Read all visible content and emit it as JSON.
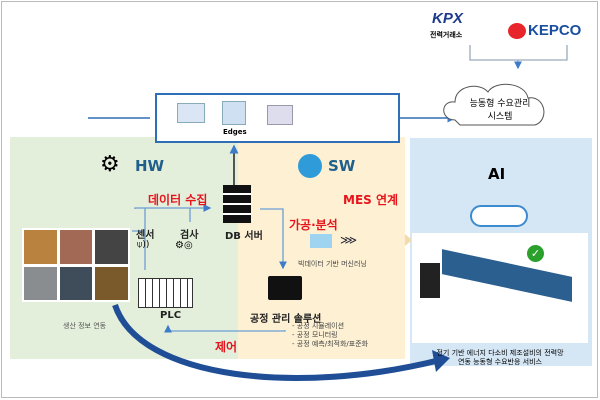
{
  "logos": {
    "kpx": "KPX",
    "kpx_sub": "전력거래소",
    "kepco": "KEPCO"
  },
  "cloud": {
    "line1": "능동형 수요관리",
    "line2": "시스템"
  },
  "edges": {
    "label": "Edges"
  },
  "hw": {
    "title": "HW",
    "data_collect": "데이터 수집",
    "sensor": "센서",
    "inspect": "검사",
    "plc": "PLC",
    "production": "생산 정보 연동",
    "control": "제어"
  },
  "sw": {
    "title": "SW",
    "db": "DB 서버",
    "process": "가공·분석",
    "ml": "빅데이터 기반 머신러닝",
    "mes": "MES 연계",
    "solution": "공정 관리 솔루션",
    "items": [
      "- 공정 시뮬레이션",
      "- 공정 모니터링",
      "- 공정 예측/최적화/표준화"
    ]
  },
  "ai": {
    "title": "AI",
    "caption1": "전기 기반 에너지 다소비 제조설비의 전력망",
    "caption2": "연동 능동형 수요반응 서비스"
  },
  "colors": {
    "hw_bg": "#e3eedb",
    "sw_bg": "#fdf0d3",
    "ai_bg": "#d5e6f4",
    "accent": "#2e6fb7",
    "red": "#e8141b"
  }
}
